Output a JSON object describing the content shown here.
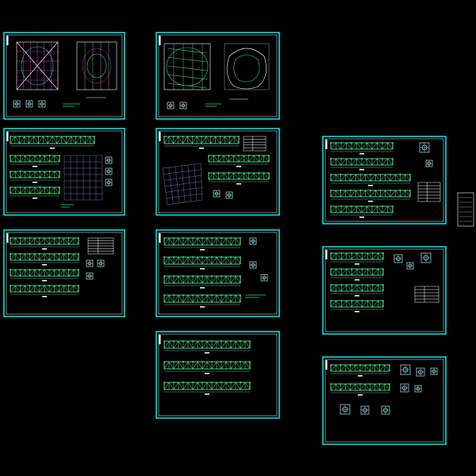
{
  "drawing": {
    "background": "#000000",
    "frame_color": "#00e0e0",
    "truss_color": "#27e07a",
    "accent_magenta": "#ff40ff",
    "sheets": [
      {
        "id": "s1",
        "kind": "plan"
      },
      {
        "id": "s2",
        "kind": "plan"
      },
      {
        "id": "s3",
        "kind": "truss-elevation"
      },
      {
        "id": "s4",
        "kind": "truss-elevation"
      },
      {
        "id": "s5",
        "kind": "truss-elevation"
      },
      {
        "id": "s6",
        "kind": "truss-elevation"
      },
      {
        "id": "s7",
        "kind": "truss-elevation"
      },
      {
        "id": "s8",
        "kind": "truss-elevation"
      },
      {
        "id": "s9",
        "kind": "truss-elevation"
      },
      {
        "id": "s10",
        "kind": "truss-elevation"
      }
    ]
  }
}
